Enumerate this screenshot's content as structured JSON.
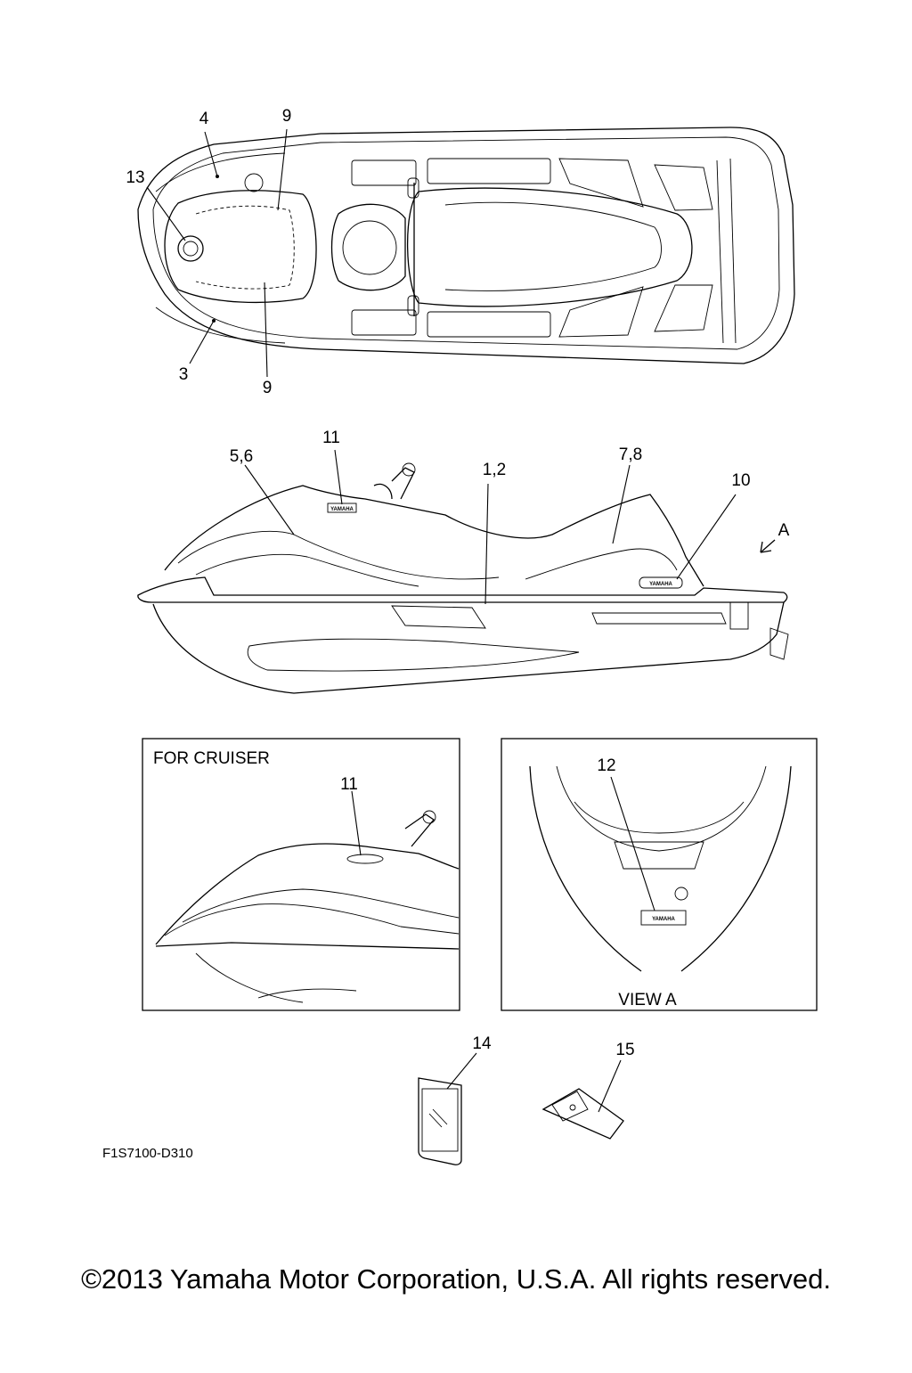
{
  "callouts": {
    "top": [
      "4",
      "9",
      "13",
      "3",
      "9"
    ],
    "side": [
      "11",
      "5,6",
      "1,2",
      "7,8",
      "10",
      "A"
    ],
    "cruiser": "11",
    "view_a": "12",
    "parts": [
      "14",
      "15"
    ]
  },
  "inset_left_title": "FOR CRUISER",
  "inset_right_title": "VIEW A",
  "badge_text": "YAMAHA",
  "drawing_code": "F1S7100-D310",
  "copyright": "©2013 Yamaha Motor Corporation, U.S.A. All rights reserved."
}
